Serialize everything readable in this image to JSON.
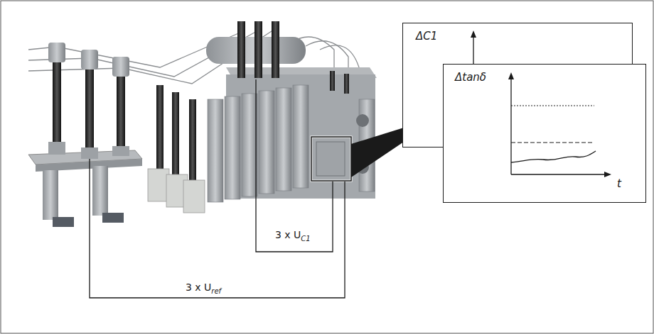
{
  "diagram": {
    "nodes": [
      {
        "text": [
          "ΔC1"
        ]
      },
      {
        "text": [
          "Δtanδ",
          "t"
        ]
      }
    ],
    "labels": [
      "3 x U",
      "C1",
      "3 x U",
      "ref"
    ]
  }
}
